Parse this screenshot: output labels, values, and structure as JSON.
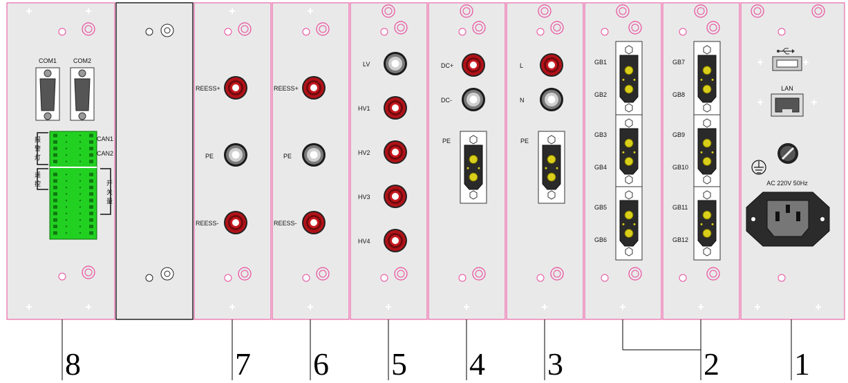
{
  "slot_numbers": [
    "8",
    "7",
    "6",
    "5",
    "4",
    "3",
    "2",
    "1"
  ],
  "panel8": {
    "com1": "COM1",
    "com2": "COM2",
    "can1": "CAN1",
    "can2": "CAN2",
    "alarm_light": "报警灯",
    "remote_control": "遥控",
    "switch_quantity": "开关量"
  },
  "panel7": {
    "reess_pos": "REESS+",
    "pe": "PE",
    "reess_neg": "REESS-"
  },
  "panel6": {
    "reess_pos": "REESS+",
    "pe": "PE",
    "reess_neg": "REESS-"
  },
  "panel5": {
    "lv": "LV",
    "hv1": "HV1",
    "hv2": "HV2",
    "hv3": "HV3",
    "hv4": "HV4"
  },
  "panel4": {
    "dc_pos": "DC+",
    "dc_neg": "DC-",
    "pe": "PE"
  },
  "panel3": {
    "l": "L",
    "n": "N",
    "pe": "PE"
  },
  "panel2a": {
    "gb1": "GB1",
    "gb2": "GB2",
    "gb3": "GB3",
    "gb4": "GB4",
    "gb5": "GB5",
    "gb6": "GB6"
  },
  "panel2b": {
    "gb7": "GB7",
    "gb8": "GB8",
    "gb9": "GB9",
    "gb10": "GB10",
    "gb11": "GB11",
    "gb12": "GB12"
  },
  "panel1": {
    "lan": "LAN",
    "ac": "AC  220V  50Hz"
  },
  "colors": {
    "panel": "#e9e9e9",
    "panel_edge": "#e94c9c",
    "red_jack": "#b01218",
    "green_terminal": "#22d022",
    "connector_yellow": "#d9cf1a"
  }
}
